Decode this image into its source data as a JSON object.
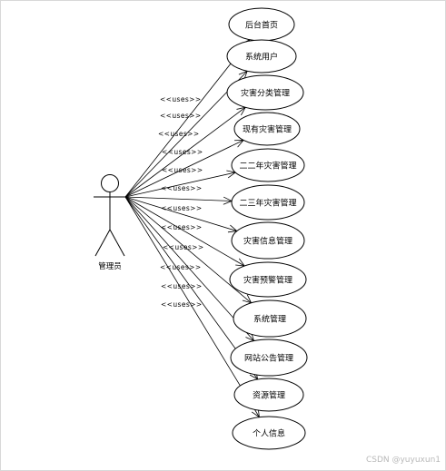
{
  "actor": {
    "label": "管理员"
  },
  "stereotype": "<<uses>>",
  "use_cases": [
    "后台首页",
    "系统用户",
    "灾害分类管理",
    "现有灾害管理",
    "二二年灾害管理",
    "二三年灾害管理",
    "灾害信息管理",
    "灾害预警管理",
    "系统管理",
    "网站公告管理",
    "资源管理",
    "个人信息"
  ],
  "watermark": "CSDN @yuyuxun1"
}
